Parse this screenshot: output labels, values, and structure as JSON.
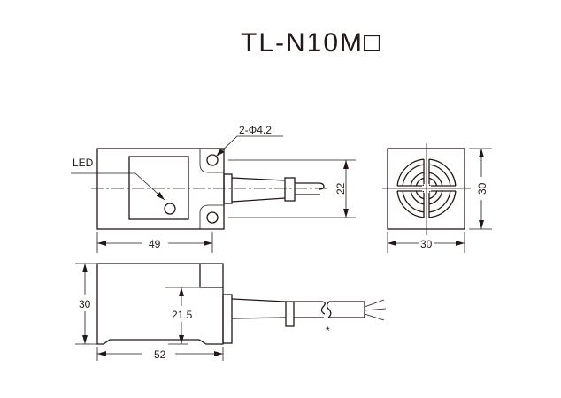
{
  "title": "TL-N10M□",
  "top_view": {
    "led_label": "LED",
    "hole_label": "2-Φ4.2",
    "length_dim": "49",
    "spacing_dim": "22"
  },
  "front_view": {
    "width_dim": "30",
    "height_dim": "30"
  },
  "side_view": {
    "height_dim": "30",
    "sensing_dim": "21.5",
    "length_dim": "52",
    "note_mark": "*"
  },
  "colors": {
    "line": "#231815",
    "background": "#ffffff"
  }
}
